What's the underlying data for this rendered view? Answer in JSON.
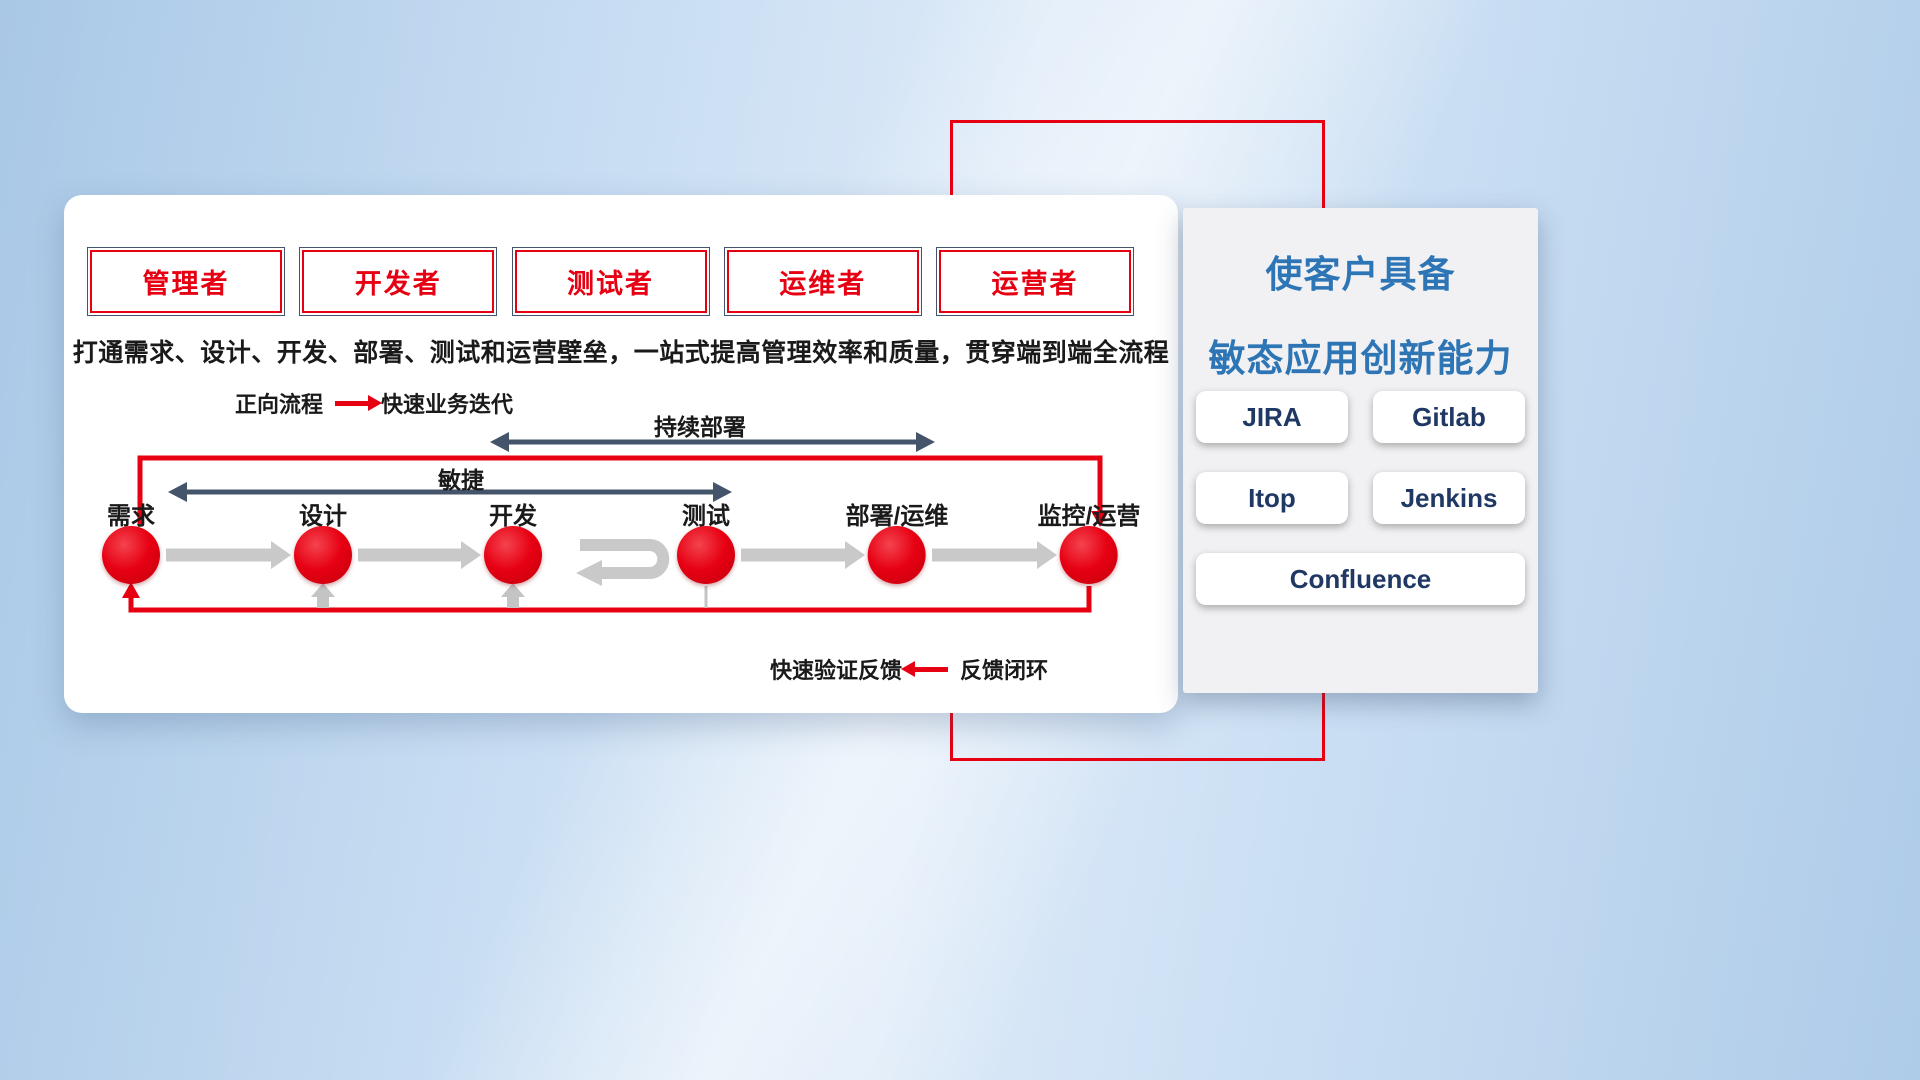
{
  "colors": {
    "red": "#e60012",
    "navy": "#44546a",
    "title-blue": "#2e75b6",
    "tool-navy": "#1f3864",
    "gray-arrow": "#c9c9c9",
    "text-dark": "#1a1a1a"
  },
  "roles": [
    {
      "label": "管理者"
    },
    {
      "label": "开发者"
    },
    {
      "label": "测试者"
    },
    {
      "label": "运维者"
    },
    {
      "label": "运营者"
    }
  ],
  "description": "打通需求、设计、开发、部署、测试和运营壁垒，一站式提高管理效率和质量，贯穿端到端全流程",
  "legend_forward": {
    "label": "正向流程",
    "value": "快速业务迭代"
  },
  "legend_feedback": {
    "label": "快速验证反馈",
    "value": "反馈闭环"
  },
  "flow": {
    "stages": [
      {
        "label": "需求"
      },
      {
        "label": "设计"
      },
      {
        "label": "开发"
      },
      {
        "label": "测试"
      },
      {
        "label": "部署/运维"
      },
      {
        "label": "监控/运营"
      }
    ],
    "span_agile": "敏捷",
    "span_cd": "持续部署"
  },
  "right_panel": {
    "title_line1": "使客户具备",
    "title_line2": "敏态应用创新能力",
    "tools": [
      {
        "label": "JIRA"
      },
      {
        "label": "Gitlab"
      },
      {
        "label": "Itop"
      },
      {
        "label": "Jenkins"
      },
      {
        "label": "Confluence"
      }
    ]
  }
}
